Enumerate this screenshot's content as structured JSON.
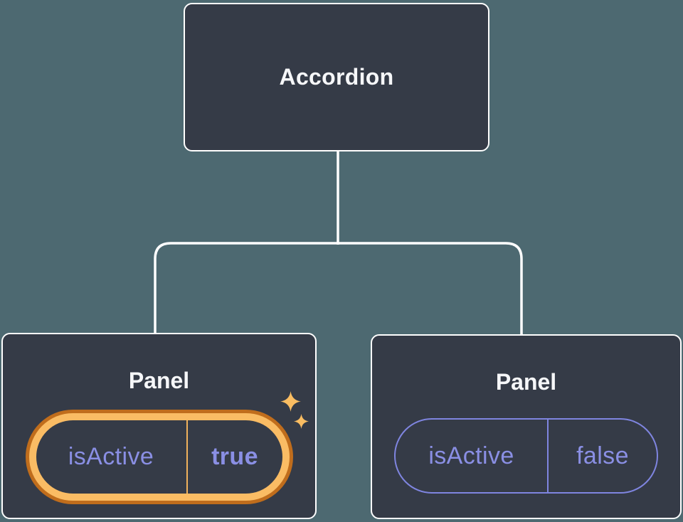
{
  "diagram": {
    "background_color": "#4d6971",
    "node_fill_color": "#353b47",
    "node_border_color": "#ffffff",
    "connector_color": "#ffffff",
    "title_color": "#f6f7f9",
    "prop_text_color": "#8a8fe4",
    "highlight": {
      "ring_outer_color": "#c06d1c",
      "ring_inner_color": "#fabc64",
      "divider_color": "#f0b25c",
      "sparkle_color": "#fabd62"
    },
    "root_node": {
      "title": "Accordion"
    },
    "panels": [
      {
        "title": "Panel",
        "prop_name": "isActive",
        "prop_value": "true",
        "highlighted": true
      },
      {
        "title": "Panel",
        "prop_name": "isActive",
        "prop_value": "false",
        "highlighted": false
      }
    ]
  }
}
